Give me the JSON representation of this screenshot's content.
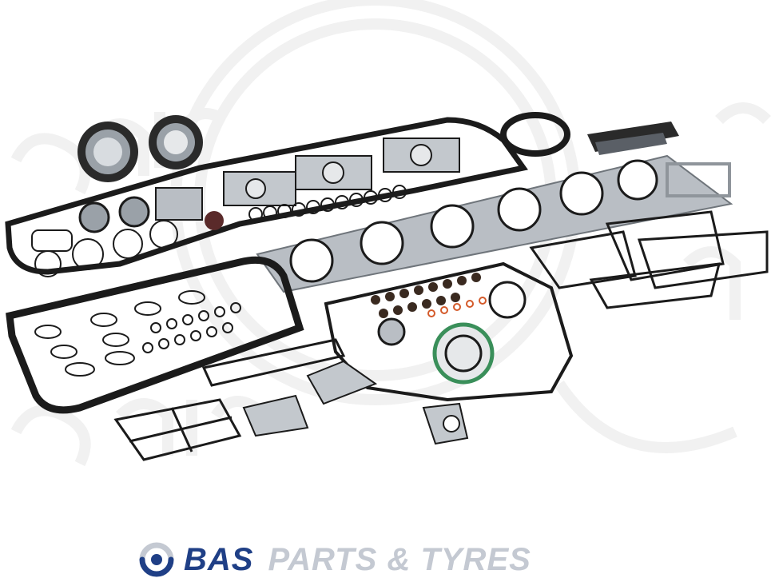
{
  "photo": {
    "subject": "engine gasket set",
    "watermark_text": "elring",
    "colors": {
      "gasket_outline": "#1b1b1b",
      "metal": "#b9bec4",
      "metal_dark": "#8f959b",
      "rubber": "#222222",
      "green_seal": "#3a8f5a",
      "orange_ring": "#d45a2a",
      "watermark": "#f2f2f2"
    }
  },
  "brand": {
    "logo_icon": "bas-swirl-logo-icon",
    "name": "BAS",
    "tagline": "PARTS & TYRES",
    "colors": {
      "primary": "#1f3f86",
      "secondary": "#c4c9d2"
    }
  }
}
